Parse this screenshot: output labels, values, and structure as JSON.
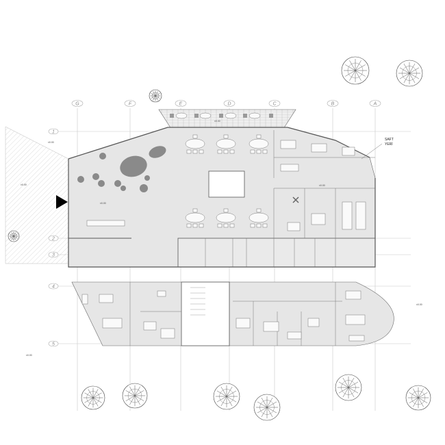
{
  "title": "Ground floor plan",
  "grid_columns": [
    "G",
    "F",
    "E",
    "D",
    "C",
    "B",
    "A"
  ],
  "grid_rows": [
    "1",
    "2",
    "3",
    "4",
    "5"
  ],
  "annotations": {
    "shaft": [
      "SAFT",
      "YERİ"
    ]
  },
  "elevation_marks": [
    "±0.00",
    "±0.00",
    "±0.00",
    "±0.00",
    "±0.00",
    "±0.00",
    "±0.00"
  ],
  "colors": {
    "floor_fill": "#e6e6e6",
    "blob_fill": "#8a8a8a",
    "entrance_arrow": "#000000"
  }
}
